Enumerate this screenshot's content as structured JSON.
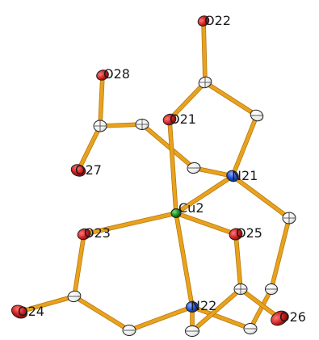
{
  "figure": {
    "type": "ORTEP crystal structure drawing",
    "colors": {
      "background": "#ffffff",
      "bond": "#e8a21e",
      "oxygen": "#cc1f1f",
      "nitrogen": "#1f4fd8",
      "copper": "#1a8a22",
      "carbon": "#f2f2f2",
      "outline": "#222222"
    }
  },
  "labels": {
    "cu2": "Cu2",
    "n21": "N21",
    "n22": "N22",
    "o21": "O21",
    "o22": "O22",
    "o23": "O23",
    "o24": "O24",
    "o25": "O25",
    "o26": "O26",
    "o27": "O27",
    "o28": "O28"
  }
}
